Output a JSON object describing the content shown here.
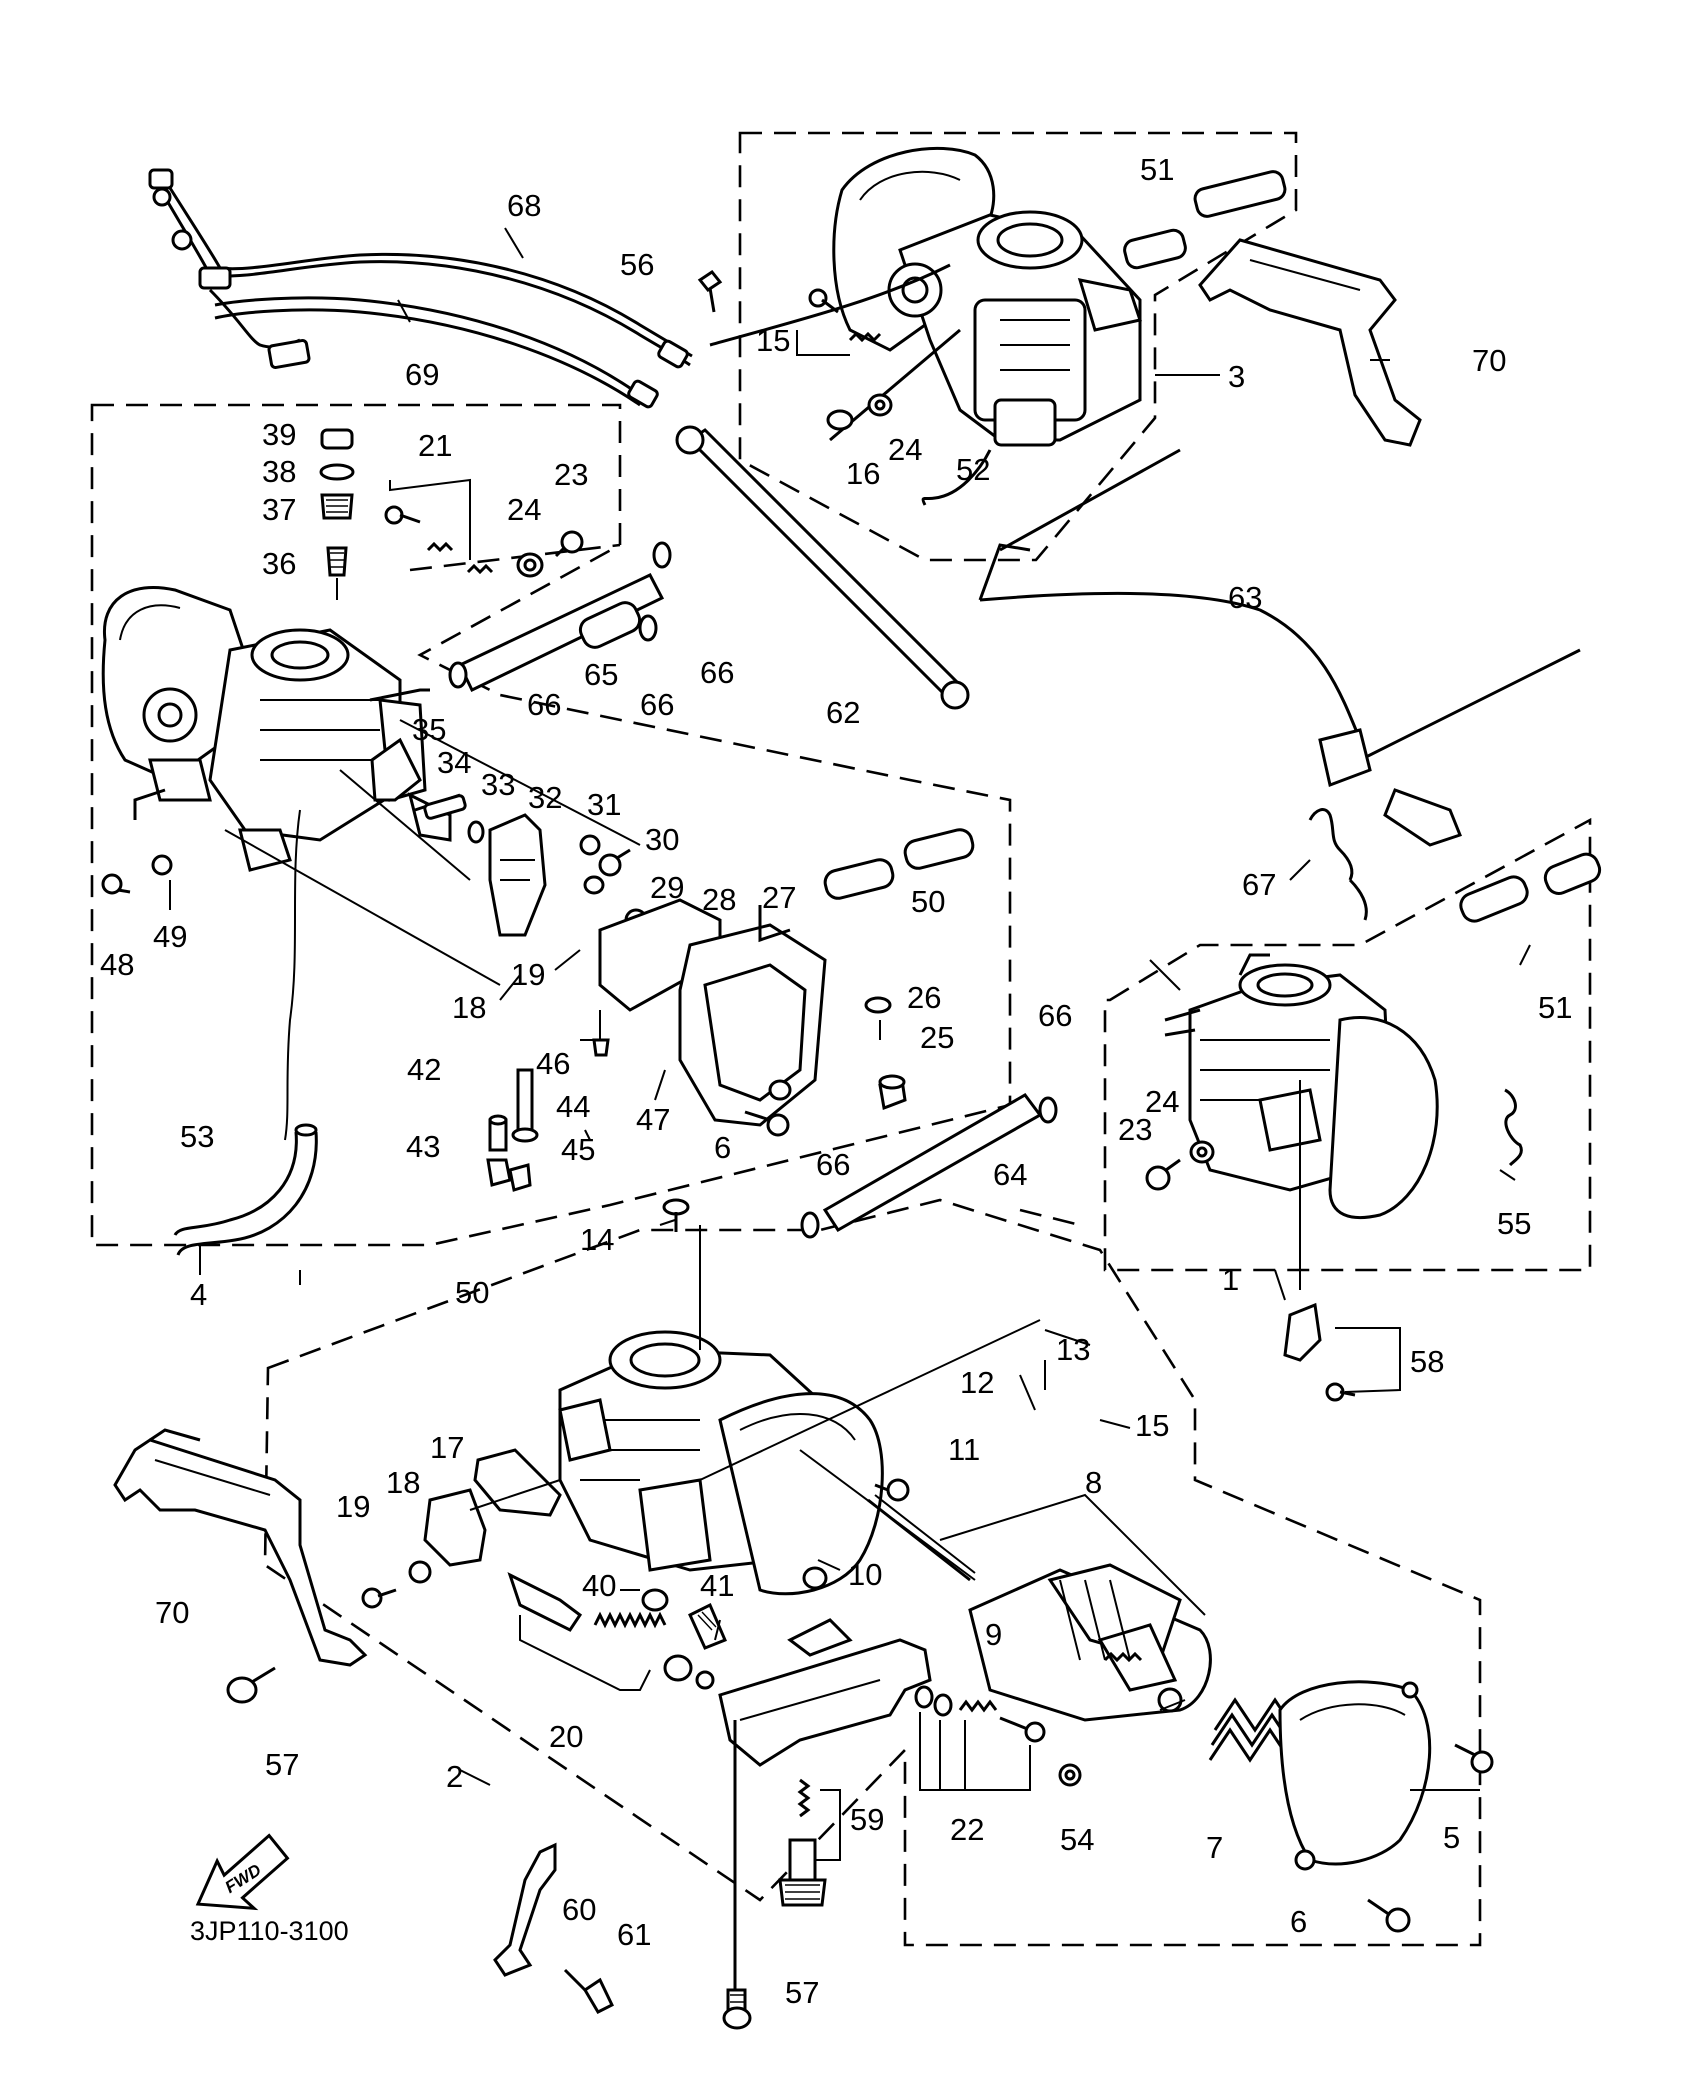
{
  "drawing_code": "3JP110-3100",
  "fwd_arrow_label": "FWD",
  "callouts": [
    {
      "id": "c1",
      "text": "1"
    },
    {
      "id": "c2",
      "text": "2"
    },
    {
      "id": "c3",
      "text": "3"
    },
    {
      "id": "c4",
      "text": "4"
    },
    {
      "id": "c5",
      "text": "5"
    },
    {
      "id": "c6a",
      "text": "6"
    },
    {
      "id": "c6b",
      "text": "6"
    },
    {
      "id": "c7",
      "text": "7"
    },
    {
      "id": "c8",
      "text": "8"
    },
    {
      "id": "c9",
      "text": "9"
    },
    {
      "id": "c10",
      "text": "10"
    },
    {
      "id": "c11",
      "text": "11"
    },
    {
      "id": "c12",
      "text": "12"
    },
    {
      "id": "c13",
      "text": "13"
    },
    {
      "id": "c14",
      "text": "14"
    },
    {
      "id": "c15a",
      "text": "15"
    },
    {
      "id": "c15b",
      "text": "15"
    },
    {
      "id": "c16",
      "text": "16"
    },
    {
      "id": "c17",
      "text": "17"
    },
    {
      "id": "c18a",
      "text": "18"
    },
    {
      "id": "c18b",
      "text": "18"
    },
    {
      "id": "c19a",
      "text": "19"
    },
    {
      "id": "c19b",
      "text": "19"
    },
    {
      "id": "c20",
      "text": "20"
    },
    {
      "id": "c21",
      "text": "21"
    },
    {
      "id": "c22",
      "text": "22"
    },
    {
      "id": "c23a",
      "text": "23"
    },
    {
      "id": "c23b",
      "text": "23"
    },
    {
      "id": "c24a",
      "text": "24"
    },
    {
      "id": "c24b",
      "text": "24"
    },
    {
      "id": "c24c",
      "text": "24"
    },
    {
      "id": "c25",
      "text": "25"
    },
    {
      "id": "c26",
      "text": "26"
    },
    {
      "id": "c27",
      "text": "27"
    },
    {
      "id": "c28",
      "text": "28"
    },
    {
      "id": "c29",
      "text": "29"
    },
    {
      "id": "c30",
      "text": "30"
    },
    {
      "id": "c31",
      "text": "31"
    },
    {
      "id": "c32",
      "text": "32"
    },
    {
      "id": "c33",
      "text": "33"
    },
    {
      "id": "c34",
      "text": "34"
    },
    {
      "id": "c35",
      "text": "35"
    },
    {
      "id": "c36",
      "text": "36"
    },
    {
      "id": "c37",
      "text": "37"
    },
    {
      "id": "c38",
      "text": "38"
    },
    {
      "id": "c39",
      "text": "39"
    },
    {
      "id": "c40",
      "text": "40"
    },
    {
      "id": "c41",
      "text": "41"
    },
    {
      "id": "c42",
      "text": "42"
    },
    {
      "id": "c43",
      "text": "43"
    },
    {
      "id": "c44",
      "text": "44"
    },
    {
      "id": "c45",
      "text": "45"
    },
    {
      "id": "c46",
      "text": "46"
    },
    {
      "id": "c47",
      "text": "47"
    },
    {
      "id": "c48",
      "text": "48"
    },
    {
      "id": "c49",
      "text": "49"
    },
    {
      "id": "c50a",
      "text": "50"
    },
    {
      "id": "c50b",
      "text": "50"
    },
    {
      "id": "c51a",
      "text": "51"
    },
    {
      "id": "c51b",
      "text": "51"
    },
    {
      "id": "c52",
      "text": "52"
    },
    {
      "id": "c53",
      "text": "53"
    },
    {
      "id": "c54",
      "text": "54"
    },
    {
      "id": "c55",
      "text": "55"
    },
    {
      "id": "c56",
      "text": "56"
    },
    {
      "id": "c57a",
      "text": "57"
    },
    {
      "id": "c57b",
      "text": "57"
    },
    {
      "id": "c58",
      "text": "58"
    },
    {
      "id": "c59",
      "text": "59"
    },
    {
      "id": "c60",
      "text": "60"
    },
    {
      "id": "c61",
      "text": "61"
    },
    {
      "id": "c62",
      "text": "62"
    },
    {
      "id": "c63",
      "text": "63"
    },
    {
      "id": "c64",
      "text": "64"
    },
    {
      "id": "c65",
      "text": "65"
    },
    {
      "id": "c66a",
      "text": "66"
    },
    {
      "id": "c66b",
      "text": "66"
    },
    {
      "id": "c66c",
      "text": "66"
    },
    {
      "id": "c66d",
      "text": "66"
    },
    {
      "id": "c66e",
      "text": "66"
    },
    {
      "id": "c67",
      "text": "67"
    },
    {
      "id": "c68",
      "text": "68"
    },
    {
      "id": "c69",
      "text": "69"
    },
    {
      "id": "c70a",
      "text": "70"
    },
    {
      "id": "c70b",
      "text": "70"
    }
  ]
}
